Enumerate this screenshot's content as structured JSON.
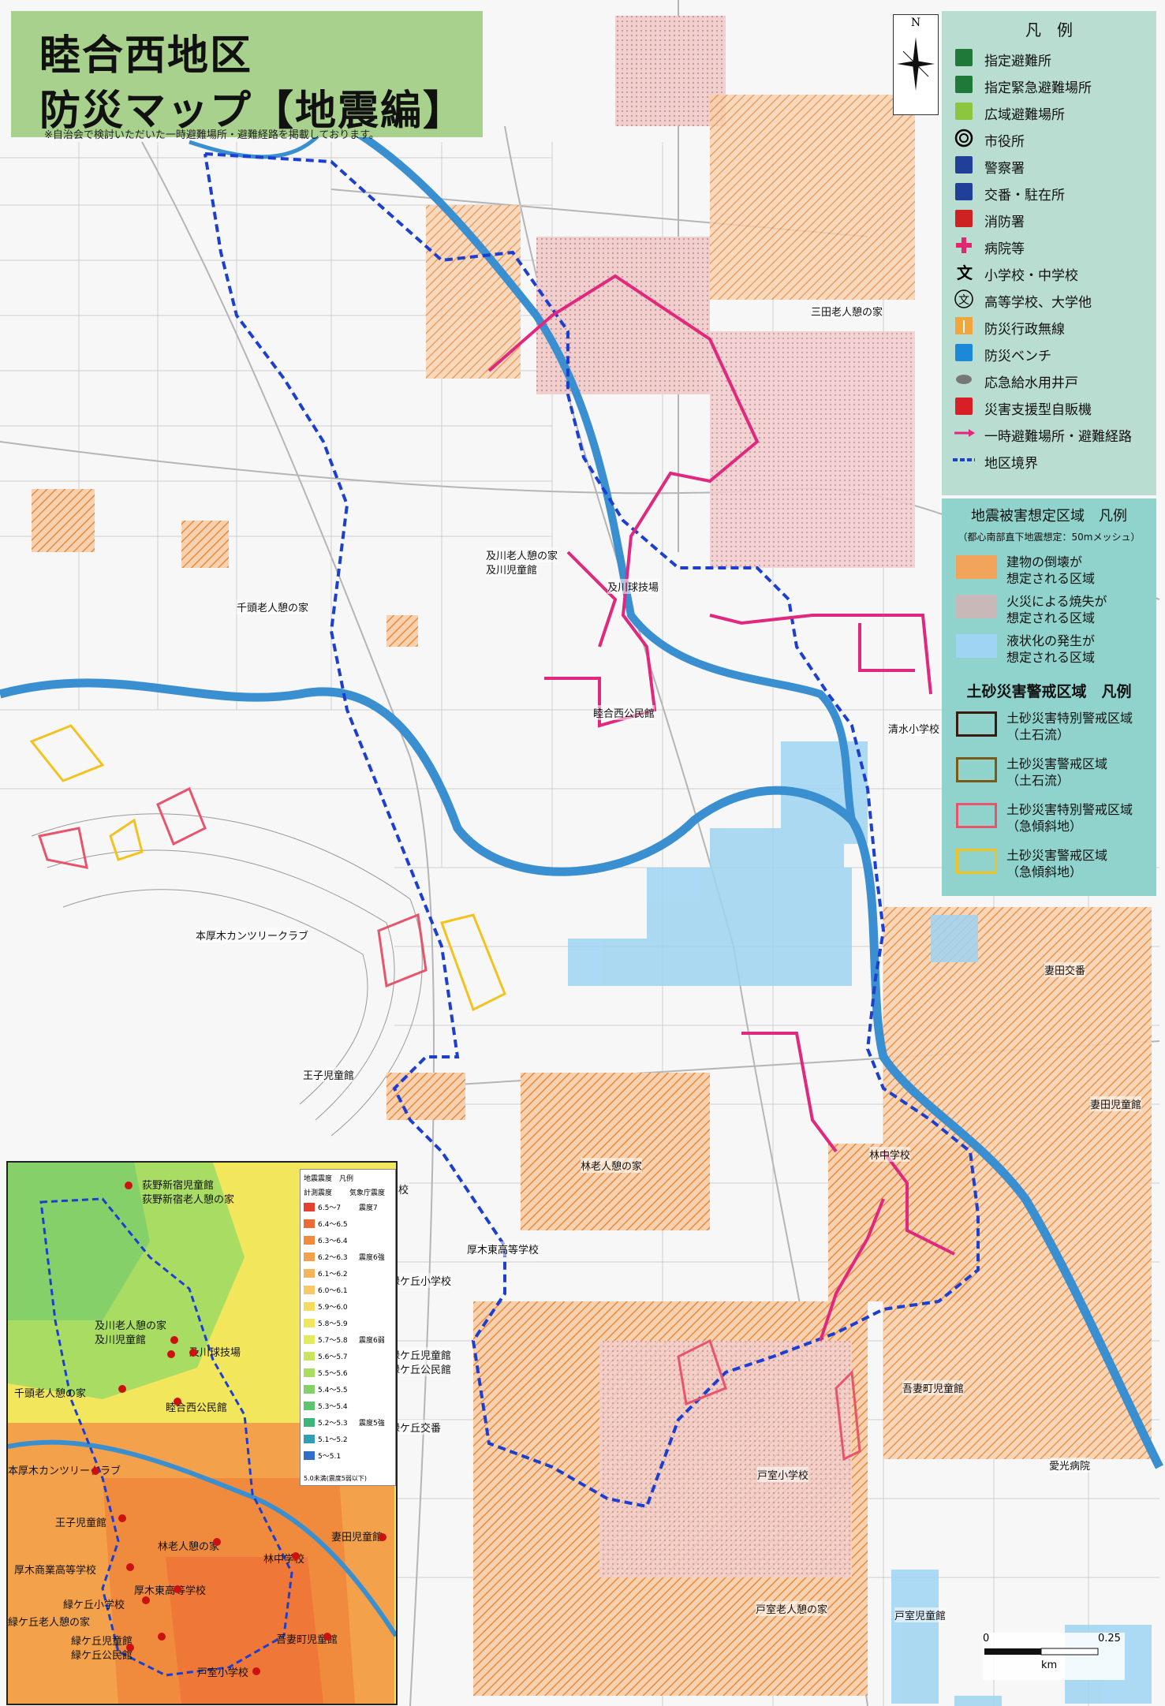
{
  "title": {
    "line1": "睦合西地区",
    "line2": "防災マップ【地震編】",
    "note": "※自治会で検討いただいた一時避難場所・避難経路を掲載しております。"
  },
  "compass": {
    "north": "N"
  },
  "legend": {
    "heading": "凡　例",
    "items": [
      {
        "label": "指定避難所",
        "icon": "shelter-icon",
        "color": "#1f7a3a"
      },
      {
        "label": "指定緊急避難場所",
        "icon": "emergency-evacuation-site-icon",
        "color": "#1f7a3a"
      },
      {
        "label": "広域避難場所",
        "icon": "wide-area-evacuation-icon",
        "color": "#8cc63f"
      },
      {
        "label": "市役所",
        "icon": "city-hall-icon",
        "color": "#000000"
      },
      {
        "label": "警察署",
        "icon": "police-station-icon",
        "color": "#1f3f99"
      },
      {
        "label": "交番・駐在所",
        "icon": "police-box-icon",
        "color": "#1f3f99"
      },
      {
        "label": "消防署",
        "icon": "fire-station-icon",
        "color": "#cc2222"
      },
      {
        "label": "病院等",
        "icon": "hospital-icon",
        "color": "#e0286e"
      },
      {
        "label": "小学校・中学校",
        "icon": "school-icon",
        "color": "#000000"
      },
      {
        "label": "高等学校、大学他",
        "icon": "high-school-icon",
        "color": "#000000"
      },
      {
        "label": "防災行政無線",
        "icon": "radio-tower-icon",
        "color": "#f2a53a"
      },
      {
        "label": "防災ベンチ",
        "icon": "disaster-bench-icon",
        "color": "#1e88d8"
      },
      {
        "label": "応急給水用井戸",
        "icon": "water-well-icon",
        "color": "#777777"
      },
      {
        "label": "災害支援型自販機",
        "icon": "vending-machine-icon",
        "color": "#d81f26"
      },
      {
        "label": "一時避難場所・避難経路",
        "icon": "evacuation-route-icon",
        "color": "#e0287e"
      },
      {
        "label": "地区境界",
        "icon": "district-boundary-icon",
        "color": "#1c3fcf"
      }
    ]
  },
  "quake_legend": {
    "title": "地震被害想定区域　凡例",
    "subtitle": "（都心南部直下地震想定：50mメッシュ）",
    "items": [
      {
        "line1": "建物の倒壊が",
        "line2": "想定される区域",
        "color": "#f2a55a"
      },
      {
        "line1": "火災による焼失が",
        "line2": "想定される区域",
        "color": "#c9b8b8"
      },
      {
        "line1": "液状化の発生が",
        "line2": "想定される区域",
        "color": "#9fd4f2"
      }
    ]
  },
  "dosha_legend": {
    "title": "土砂災害警戒区域　凡例",
    "items": [
      {
        "line1": "土砂災害特別警戒区域",
        "line2": "（土石流）",
        "color": "#3b1a12"
      },
      {
        "line1": "土砂災害警戒区域",
        "line2": "（土石流）",
        "color": "#7a5a16"
      },
      {
        "line1": "土砂災害特別警戒区域",
        "line2": "（急傾斜地）",
        "color": "#e8546a"
      },
      {
        "line1": "土砂災害警戒区域",
        "line2": "（急傾斜地）",
        "color": "#f4c21f"
      }
    ]
  },
  "map_labels": [
    "三田老人憩の家",
    "及川老人憩の家",
    "及川児童館",
    "及川球技場",
    "千頭老人憩の家",
    "睦合西公民館",
    "清水小学校",
    "本厚木カンツリークラブ",
    "王子児童館",
    "妻田交番",
    "妻田児童館",
    "林中学校",
    "林老人憩の家",
    "厚木商業高等学校",
    "厚木東高等学校",
    "緑ケ丘小学校",
    "緑ケ丘児童館",
    "緑ケ丘公民館",
    "緑ケ丘交番",
    "吾妻町児童館",
    "愛光病院",
    "戸室小学校",
    "戸室老人憩の家",
    "戸室児童館"
  ],
  "inset": {
    "legend_title": "地震震度　凡例",
    "col1": "計測震度",
    "col2": "気象庁震度",
    "rows": [
      {
        "range": "6.5〜7",
        "scale": "震度7",
        "color": "#e8402e"
      },
      {
        "range": "6.4〜6.5",
        "scale": "",
        "color": "#ee6a34"
      },
      {
        "range": "6.3〜6.4",
        "scale": "",
        "color": "#f08a3c"
      },
      {
        "range": "6.2〜6.3",
        "scale": "震度6強",
        "color": "#f3a14a"
      },
      {
        "range": "6.1〜6.2",
        "scale": "",
        "color": "#f5b55a"
      },
      {
        "range": "6.0〜6.1",
        "scale": "",
        "color": "#f7c86a"
      },
      {
        "range": "5.9〜6.0",
        "scale": "",
        "color": "#f6dc5e"
      },
      {
        "range": "5.8〜5.9",
        "scale": "",
        "color": "#f2e65c"
      },
      {
        "range": "5.7〜5.8",
        "scale": "震度6弱",
        "color": "#e3ea5c"
      },
      {
        "range": "5.6〜5.7",
        "scale": "",
        "color": "#c9e45e"
      },
      {
        "range": "5.5〜5.6",
        "scale": "",
        "color": "#a9dc62"
      },
      {
        "range": "5.4〜5.5",
        "scale": "",
        "color": "#86d06a"
      },
      {
        "range": "5.3〜5.4",
        "scale": "",
        "color": "#5fc46e"
      },
      {
        "range": "5.2〜5.3",
        "scale": "震度5強",
        "color": "#3fb57a"
      },
      {
        "range": "5.1〜5.2",
        "scale": "",
        "color": "#2e9fb4"
      },
      {
        "range": "5〜5.1",
        "scale": "",
        "color": "#2f6fc8"
      }
    ],
    "note": "5.0未満(震度5弱以下)",
    "labels": [
      "荻野新宿児童館",
      "荻野新宿老人憩の家",
      "及川老人憩の家",
      "及川児童館",
      "及川球技場",
      "千頭老人憩の家",
      "睦合西公民館",
      "本厚木カンツリークラブ",
      "王子児童館",
      "林老人憩の家",
      "妻田児童館",
      "林中学校",
      "厚木商業高等学校",
      "厚木東高等学校",
      "緑ケ丘小学校",
      "緑ケ丘老人憩の家",
      "緑ケ丘児童館",
      "緑ケ丘公民館",
      "吾妻町児童館",
      "戸室小学校"
    ]
  },
  "scale_bar": {
    "start": "0",
    "end": "0.25",
    "unit": "km"
  },
  "colors": {
    "river": "#3a8fd0",
    "route": "#e0287e",
    "boundary": "#1c3fcf",
    "title_bg": "#a9d18e",
    "legend_bg": "#b9ddd0",
    "quake_bg": "#8fd3cc"
  }
}
